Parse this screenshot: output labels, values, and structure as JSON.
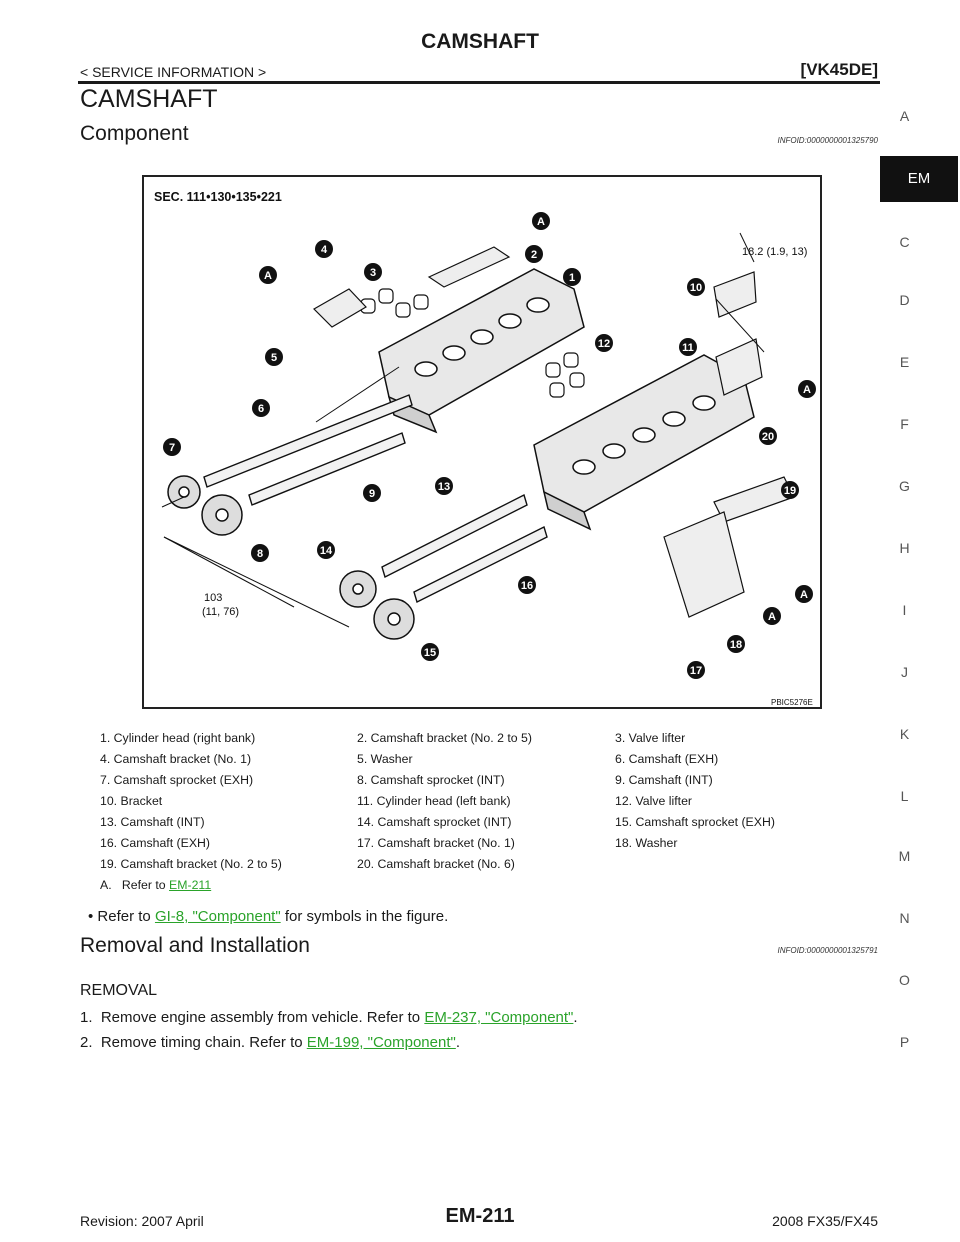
{
  "header": {
    "title": "CAMSHAFT",
    "breadcrumb": "< SERVICE INFORMATION >",
    "model": "[VK45DE]"
  },
  "page_title": "CAMSHAFT",
  "component": {
    "heading": "Component",
    "infoid": "INFOID:0000000001325790"
  },
  "figure": {
    "sec_label": "SEC. 111•130•135•221",
    "torque_upper": "18.2 (1.9, 13)",
    "torque_lower_1": "103",
    "torque_lower_2": "(11, 76)",
    "code": "PBIC5276E",
    "callouts": [
      "1",
      "2",
      "3",
      "4",
      "5",
      "6",
      "7",
      "8",
      "9",
      "10",
      "11",
      "12",
      "13",
      "14",
      "15",
      "16",
      "17",
      "18",
      "19",
      "20"
    ],
    "ref_letter": "A"
  },
  "legend": [
    [
      "1. Cylinder head (right bank)",
      "2. Camshaft bracket (No. 2 to 5)",
      "3. Valve lifter"
    ],
    [
      "4. Camshaft bracket (No. 1)",
      "5. Washer",
      "6. Camshaft (EXH)"
    ],
    [
      "7. Camshaft sprocket (EXH)",
      "8. Camshaft sprocket (INT)",
      "9. Camshaft (INT)"
    ],
    [
      "10. Bracket",
      "11. Cylinder head (left bank)",
      "12. Valve lifter"
    ],
    [
      "13. Camshaft (INT)",
      "14. Camshaft sprocket (INT)",
      "15. Camshaft sprocket (EXH)"
    ],
    [
      "16. Camshaft (EXH)",
      "17. Camshaft bracket (No. 1)",
      "18. Washer"
    ],
    [
      "19. Camshaft bracket (No. 2 to 5)",
      "20. Camshaft bracket (No. 6)",
      ""
    ]
  ],
  "legend_ref": {
    "prefix": "A.   Refer to ",
    "link": "EM-211"
  },
  "bullet": {
    "prefix": "• Refer to ",
    "link": "GI-8, \"Component\"",
    "suffix": " for symbols in the figure."
  },
  "removal_installation": {
    "heading": "Removal and Installation",
    "infoid": "INFOID:0000000001325791",
    "subheading": "REMOVAL",
    "steps": [
      {
        "prefix": "1.  Remove engine assembly from vehicle. Refer to ",
        "link": "EM-237, \"Component\"",
        "suffix": "."
      },
      {
        "prefix": "2.  Remove timing chain. Refer to ",
        "link": "EM-199, \"Component\"",
        "suffix": "."
      }
    ]
  },
  "side_index": {
    "letters": [
      "A",
      "EM",
      "C",
      "D",
      "E",
      "F",
      "G",
      "H",
      "I",
      "J",
      "K",
      "L",
      "M",
      "N",
      "O",
      "P"
    ],
    "active": "EM"
  },
  "footer": {
    "revision": "Revision: 2007 April",
    "page": "EM-211",
    "model": "2008 FX35/FX45"
  },
  "colors": {
    "link": "#2aa32a",
    "text": "#1a1a1a",
    "tab_active": "#111111"
  }
}
